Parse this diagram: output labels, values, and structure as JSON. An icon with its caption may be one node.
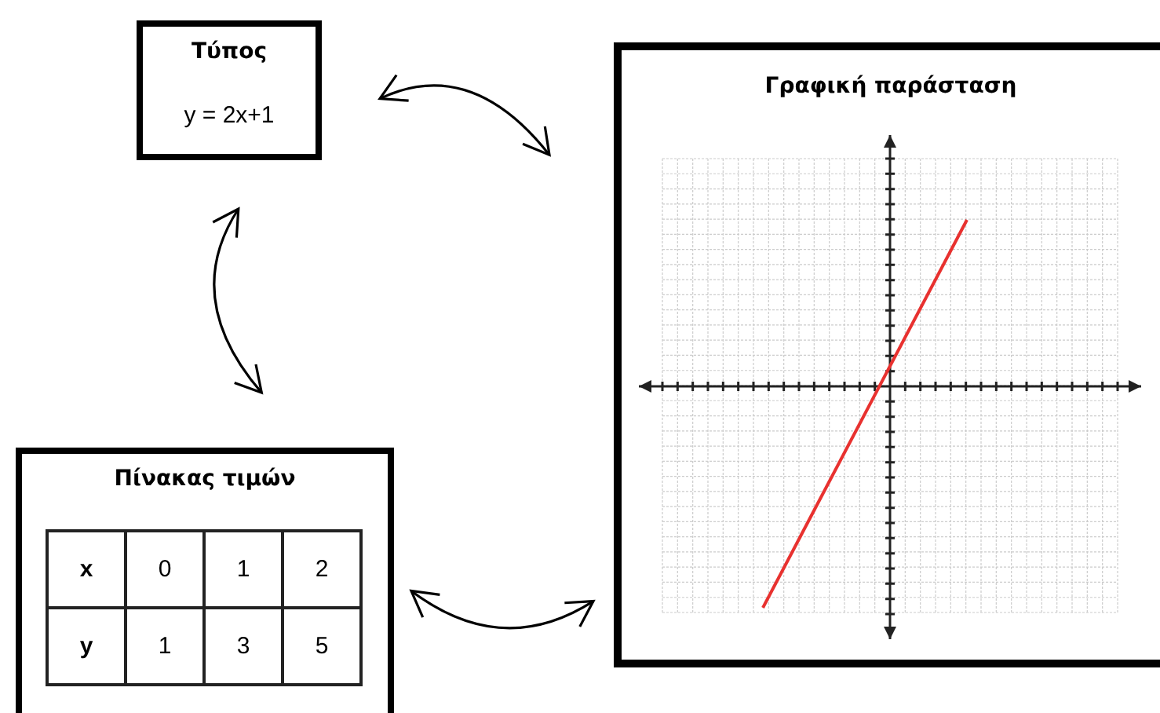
{
  "diagram": {
    "nodes": [
      {
        "text": [
          "Τύπος",
          "y = 2x+1"
        ]
      },
      {
        "text": [
          "Γραφική παράσταση"
        ]
      },
      {
        "text": [
          "Πίνακας τιμών"
        ]
      }
    ],
    "edges": [
      {
        "from": 0,
        "to": 1,
        "arrow": "both"
      },
      {
        "from": 0,
        "to": 2,
        "arrow": "both"
      },
      {
        "from": 2,
        "to": 1,
        "arrow": "both"
      }
    ],
    "labels": [
      "x",
      "0",
      "1",
      "2",
      "y",
      "1",
      "3",
      "5"
    ]
  }
}
